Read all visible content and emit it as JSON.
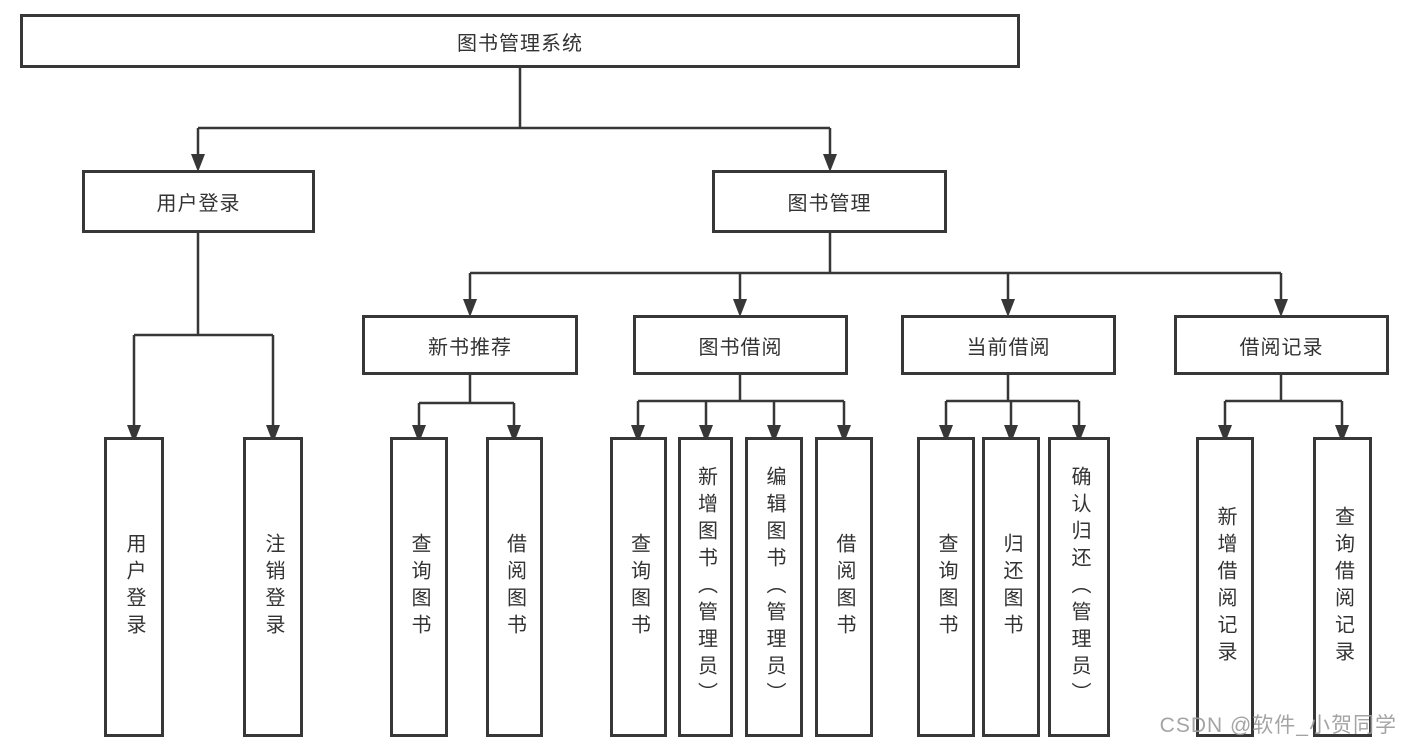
{
  "diagram": {
    "type": "hierarchy-tree",
    "colors": {
      "line": "#373737",
      "box_border": "#373737",
      "text": "#333333",
      "background": "#ffffff",
      "watermark": "#9d9d9d"
    },
    "tree": {
      "label": "图书管理系统",
      "children": [
        {
          "label": "用户登录",
          "children": [
            {
              "label": "用户登录"
            },
            {
              "label": "注销登录"
            }
          ]
        },
        {
          "label": "图书管理",
          "children": [
            {
              "label": "新书推荐",
              "children": [
                {
                  "label": "查询图书"
                },
                {
                  "label": "借阅图书"
                }
              ]
            },
            {
              "label": "图书借阅",
              "children": [
                {
                  "label": "查询图书"
                },
                {
                  "label": "新增图书（管理员）"
                },
                {
                  "label": "编辑图书（管理员）"
                },
                {
                  "label": "借阅图书"
                }
              ]
            },
            {
              "label": "当前借阅",
              "children": [
                {
                  "label": "查询图书"
                },
                {
                  "label": "归还图书"
                },
                {
                  "label": "确认归还（管理员）"
                }
              ]
            },
            {
              "label": "借阅记录",
              "children": [
                {
                  "label": "新增借阅记录"
                },
                {
                  "label": "查询借阅记录"
                }
              ]
            }
          ]
        }
      ]
    }
  },
  "watermark": {
    "text": "CSDN @软件_小贺同学"
  }
}
